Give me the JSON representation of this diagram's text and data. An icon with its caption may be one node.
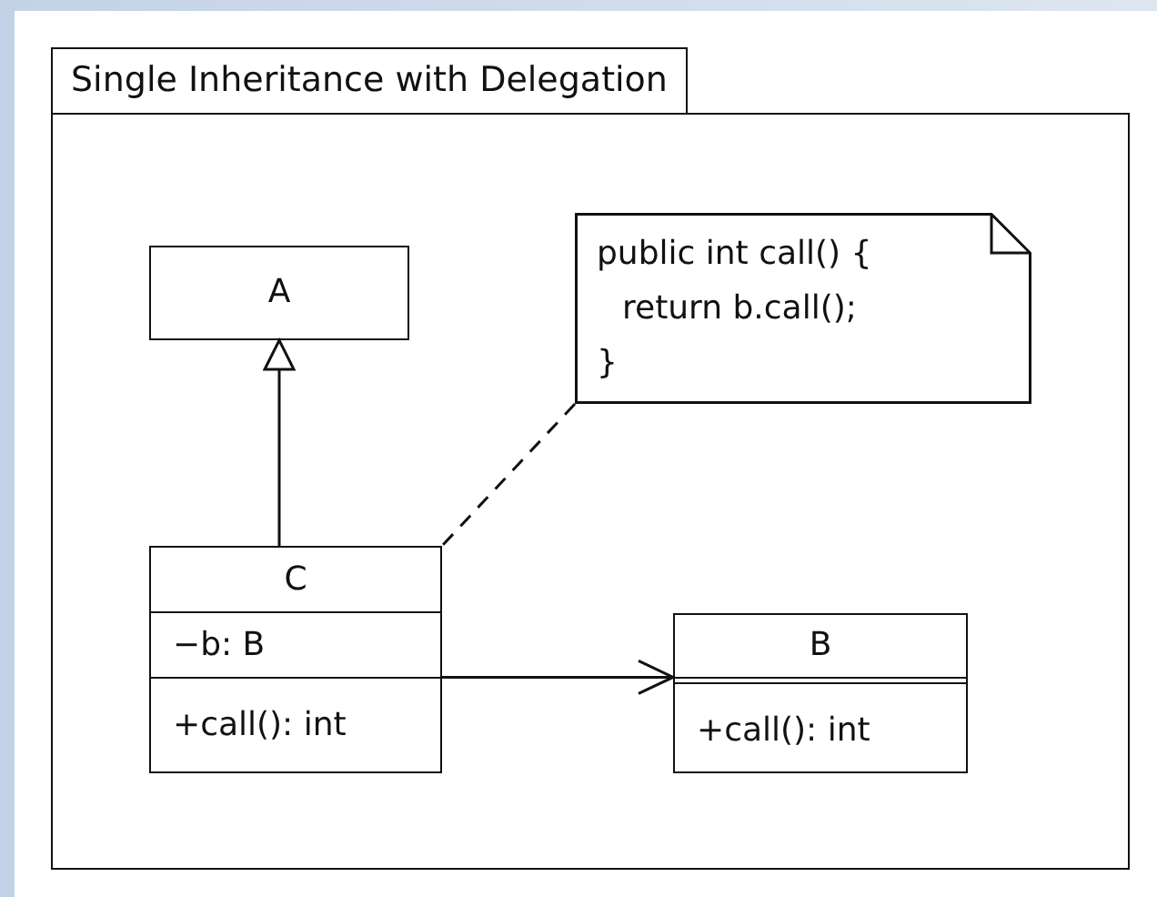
{
  "diagram": {
    "nodes": [
      {
        "text": [
          "Single Inheritance with Delegation"
        ]
      },
      {
        "text": [
          "A"
        ],
        "in": 0
      },
      {
        "text": [
          "public int call() {",
          "return b.call();",
          "}"
        ],
        "in": 0
      },
      {
        "text": [
          "C",
          "−b: B",
          "+call(): int"
        ],
        "in": 0
      },
      {
        "text": [
          "B",
          "+call(): int"
        ],
        "in": 0
      }
    ],
    "edges": [
      {
        "from": 3,
        "to": 1,
        "arrow": "to"
      },
      {
        "from": 3,
        "to": 4,
        "arrow": "to"
      },
      {
        "from": 2,
        "to": 3,
        "arrow": "none",
        "style": "dashed"
      }
    ]
  }
}
